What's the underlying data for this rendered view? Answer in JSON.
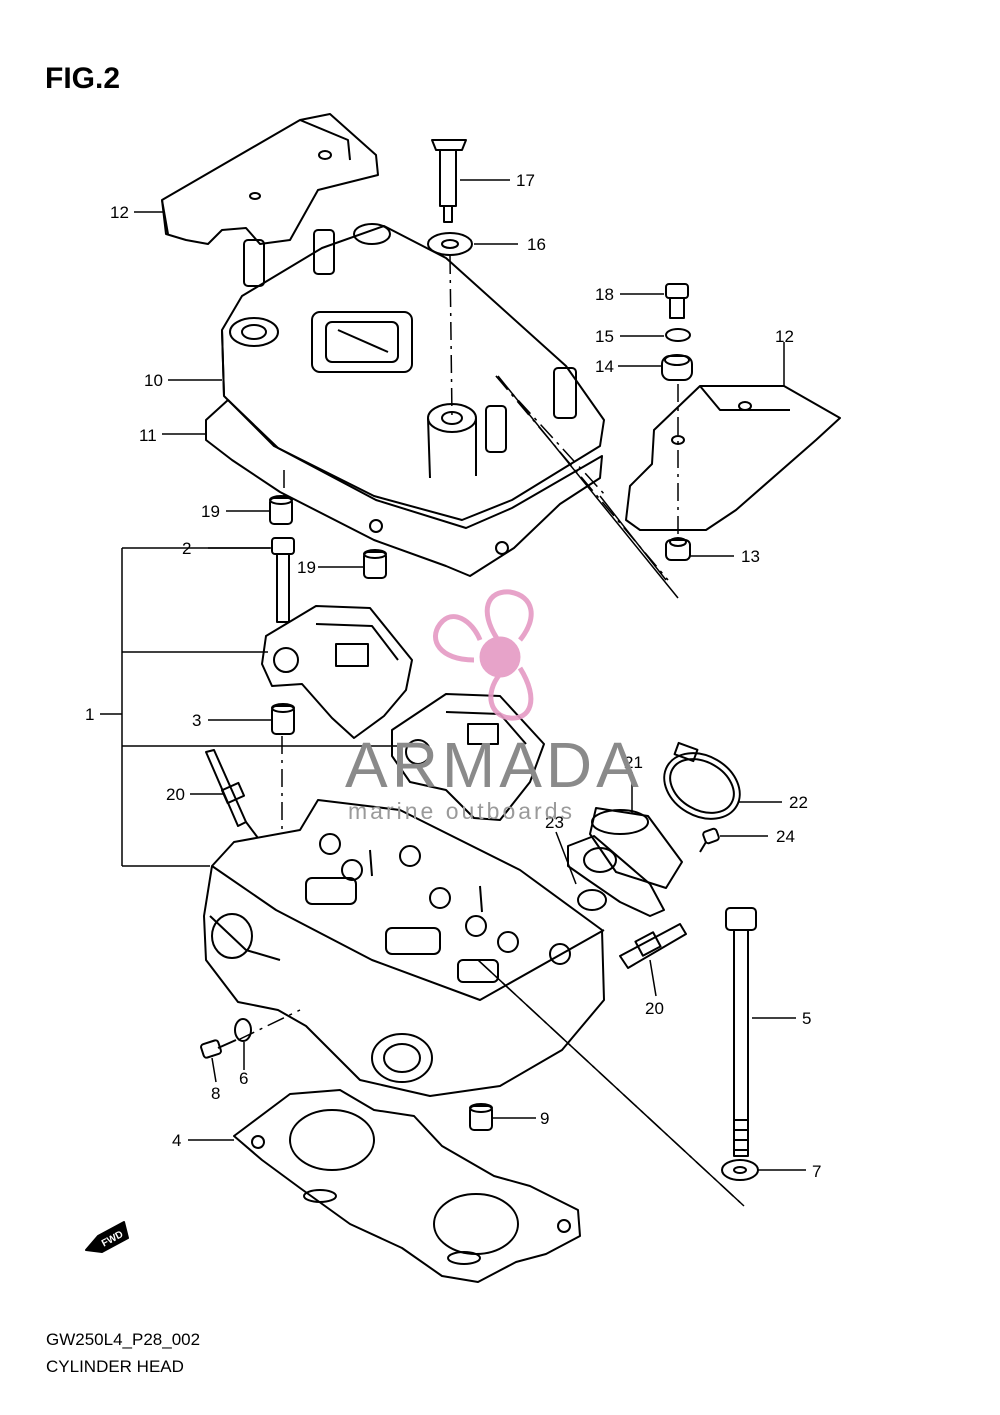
{
  "figure_title": "FIG.2",
  "footer": {
    "code": "GW250L4_P28_002",
    "name": "CYLINDER HEAD"
  },
  "watermark": {
    "name": "ARMADA",
    "subtitle": "marine outboards",
    "logo_color": "#e59ac4",
    "text_color": "#8a8a8a"
  },
  "fwd_badge": "FWD",
  "callouts": [
    "12",
    "17",
    "16",
    "18",
    "15",
    "14",
    "12",
    "10",
    "11",
    "19",
    "2",
    "19",
    "13",
    "1",
    "3",
    "20",
    "21",
    "22",
    "23",
    "24",
    "20",
    "5",
    "8",
    "6",
    "9",
    "4",
    "7"
  ]
}
